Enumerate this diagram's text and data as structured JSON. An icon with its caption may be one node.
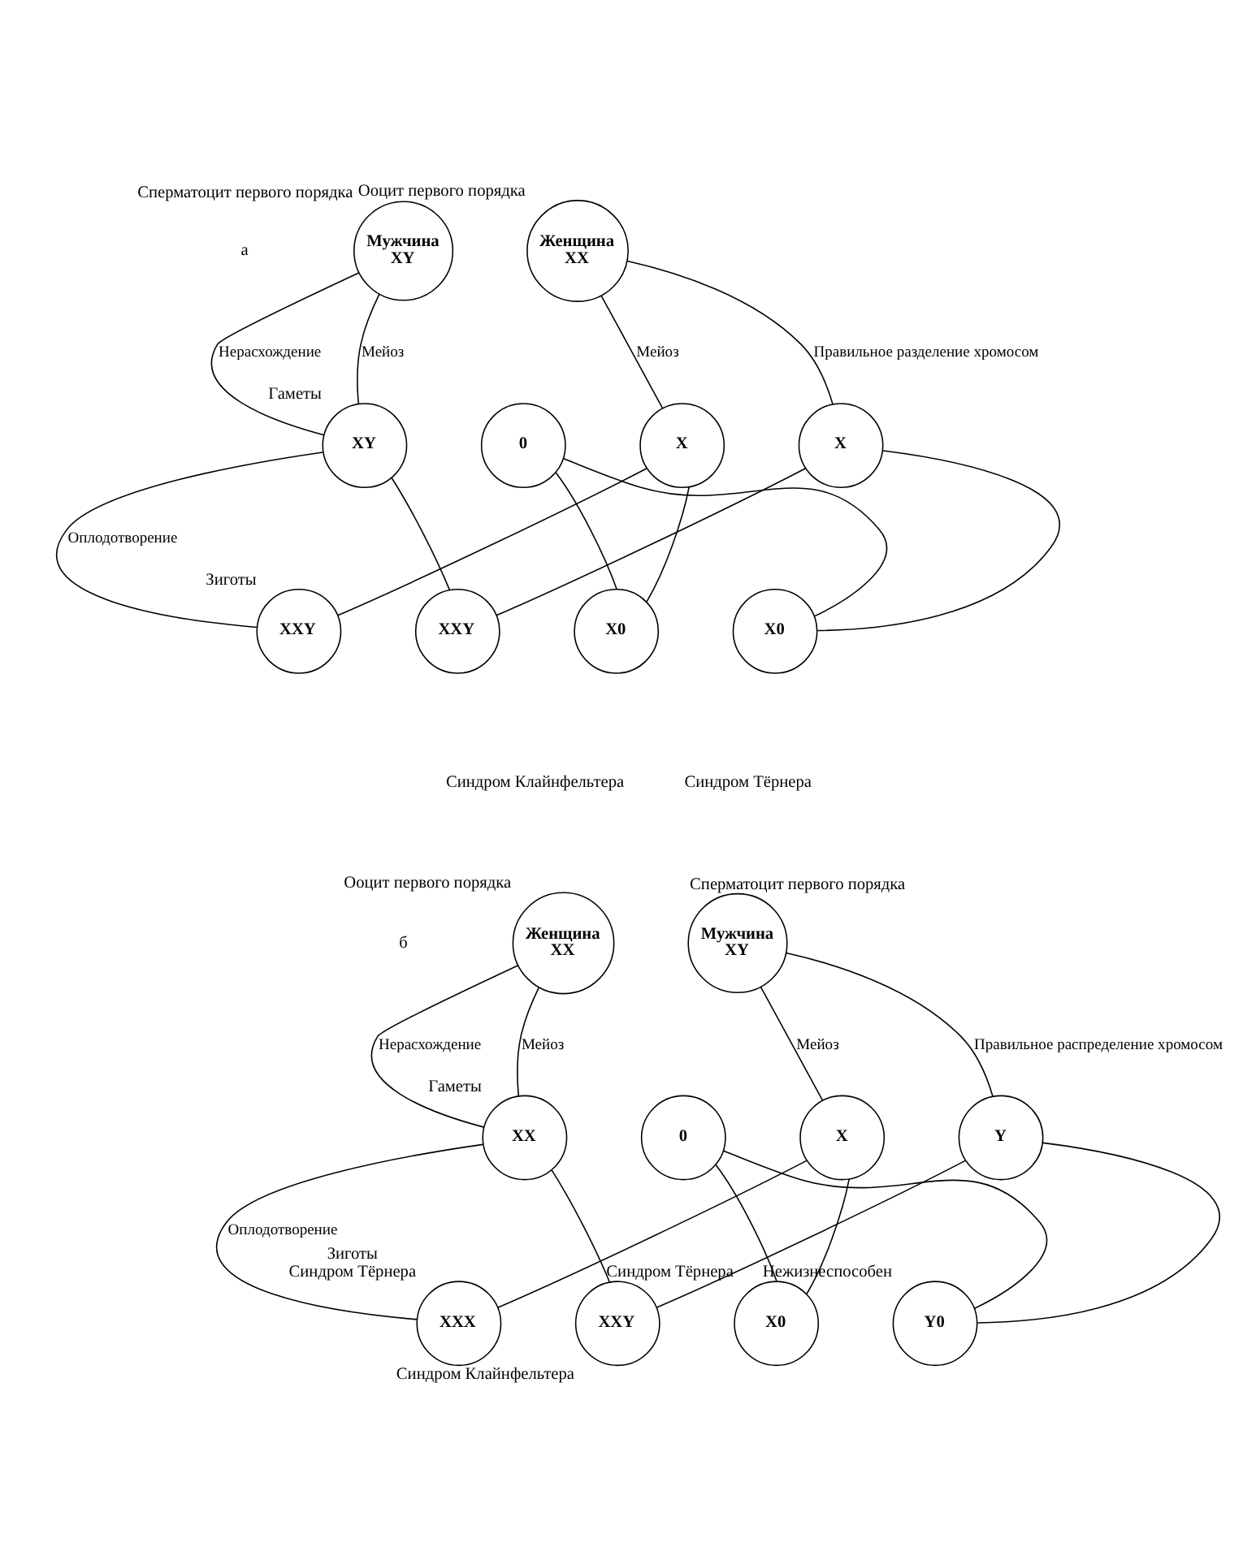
{
  "diagram": {
    "nodes": [
      {
        "text": [
          "Мужчина",
          "XY"
        ],
        "beside": [
          "Сперматоцит первого порядка"
        ]
      },
      {
        "text": [
          "Женщина",
          "XX"
        ],
        "beside": [
          "Ооцит первого порядка"
        ]
      },
      {
        "text": [
          "XY"
        ],
        "beside": [
          "Гаметы"
        ]
      },
      {
        "text": [
          "0"
        ]
      },
      {
        "text": [
          "X"
        ]
      },
      {
        "text": [
          "X"
        ]
      },
      {
        "text": [
          "XXY"
        ],
        "beside": [
          "Зиготы"
        ]
      },
      {
        "text": [
          "XXY"
        ]
      },
      {
        "text": [
          "X0"
        ]
      },
      {
        "text": [
          "X0"
        ]
      },
      {
        "text": [
          "Женщина",
          "XX"
        ],
        "beside": [
          "Ооцит первого порядка"
        ]
      },
      {
        "text": [
          "Мужчина",
          "XY"
        ],
        "beside": [
          "Сперматоцит первого порядка"
        ]
      },
      {
        "text": [
          "XX"
        ],
        "beside": [
          "Гаметы"
        ]
      },
      {
        "text": [
          "0"
        ]
      },
      {
        "text": [
          "X"
        ]
      },
      {
        "text": [
          "Y"
        ]
      },
      {
        "text": [
          "XXX"
        ],
        "beside": [
          "Зиготы",
          "Синдром Тёрнера"
        ]
      },
      {
        "text": [
          "XXY"
        ],
        "beside": [
          "Синдром Клайнфельтера"
        ]
      },
      {
        "text": [
          "X0"
        ],
        "beside": [
          "Синдром Тёрнера"
        ]
      },
      {
        "text": [
          "Y0"
        ],
        "beside": [
          "Нежизнеспособен"
        ]
      }
    ],
    "edges": [
      {
        "from": 0,
        "to": 2,
        "arrow": "none",
        "label": "Нерасхождение"
      },
      {
        "from": 0,
        "to": 2,
        "arrow": "none",
        "label": "Мейоз"
      },
      {
        "from": 1,
        "to": 4,
        "arrow": "none",
        "label": "Мейоз"
      },
      {
        "from": 1,
        "to": 5,
        "arrow": "none",
        "label": "Правильное разделение хромосом"
      },
      {
        "from": 2,
        "to": 6,
        "arrow": "none",
        "label": "Оплодотворение"
      },
      {
        "from": 2,
        "to": 7,
        "arrow": "none"
      },
      {
        "from": 4,
        "to": 6,
        "arrow": "none"
      },
      {
        "from": 5,
        "to": 7,
        "arrow": "none"
      },
      {
        "from": 3,
        "to": 8,
        "arrow": "none"
      },
      {
        "from": 3,
        "to": 9,
        "arrow": "none"
      },
      {
        "from": 4,
        "to": 8,
        "arrow": "none"
      },
      {
        "from": 5,
        "to": 9,
        "arrow": "none"
      },
      {
        "from": 10,
        "to": 12,
        "arrow": "none",
        "label": "Нерасхождение"
      },
      {
        "from": 10,
        "to": 12,
        "arrow": "none",
        "label": "Мейоз"
      },
      {
        "from": 11,
        "to": 14,
        "arrow": "none",
        "label": "Мейоз"
      },
      {
        "from": 11,
        "to": 15,
        "arrow": "none",
        "label": "Правильное распределение хромосом"
      },
      {
        "from": 12,
        "to": 16,
        "arrow": "none",
        "label": "Оплодотворение"
      },
      {
        "from": 12,
        "to": 17,
        "arrow": "none"
      },
      {
        "from": 14,
        "to": 16,
        "arrow": "none"
      },
      {
        "from": 15,
        "to": 17,
        "arrow": "none"
      },
      {
        "from": 13,
        "to": 18,
        "arrow": "none"
      },
      {
        "from": 13,
        "to": 19,
        "arrow": "none"
      },
      {
        "from": 14,
        "to": 18,
        "arrow": "none"
      },
      {
        "from": 15,
        "to": 19,
        "arrow": "none"
      }
    ],
    "labels": [
      "а",
      "Синдром Клайнфельтера",
      "Синдром Тёрнера",
      "б"
    ]
  }
}
